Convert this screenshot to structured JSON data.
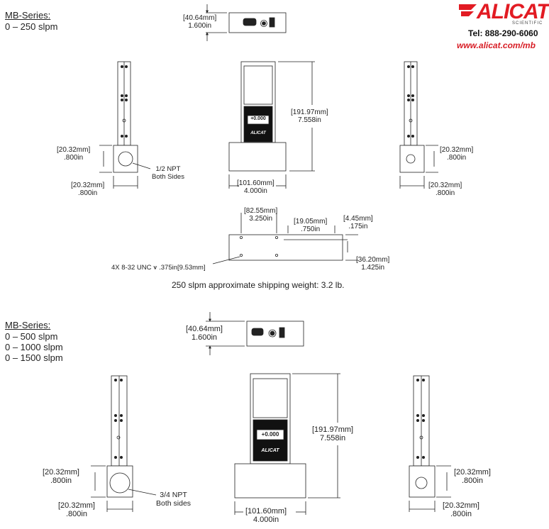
{
  "brand": {
    "name": "ALICAT",
    "sub": "SCIENTIFIC",
    "tel": "Tel: 888-290-6060",
    "web": "www.alicat.com/mb"
  },
  "top": {
    "title": "MB-Series:",
    "ranges": [
      "0 – 250 slpm"
    ],
    "dims": {
      "depth": [
        "[40.64mm]",
        "1.600in"
      ],
      "height": [
        "[191.97mm]",
        "7.558in"
      ],
      "width": [
        "[101.60mm]",
        "4.000in"
      ],
      "port_left_h": [
        "[20.32mm]",
        ".800in"
      ],
      "port_left_w": [
        "[20.32mm]",
        ".800in"
      ],
      "port_right_h": [
        "[20.32mm]",
        ".800in"
      ],
      "port_right_w": [
        "[20.32mm]",
        ".800in"
      ],
      "mount_a": [
        "[82.55mm]",
        "3.250in"
      ],
      "mount_b": [
        "[19.05mm]",
        ".750in"
      ],
      "mount_c": [
        "[4.45mm]",
        ".175in"
      ],
      "mount_d": [
        "[36.20mm]",
        "1.425in"
      ]
    },
    "port_note": [
      "1/2 NPT",
      "Both Sides"
    ],
    "hole_spec": "4X 8-32 UNC  ⩛ .375in[9.53mm]",
    "weight": "250 slpm approximate shipping weight: 3.2 lb."
  },
  "bottom": {
    "title": "MB-Series:",
    "ranges": [
      "0 – 500 slpm",
      "0 – 1000 slpm",
      "0 – 1500 slpm"
    ],
    "dims": {
      "depth": [
        "[40.64mm]",
        "1.600in"
      ],
      "height": [
        "[191.97mm]",
        "7.558in"
      ],
      "width": [
        "[101.60mm]",
        "4.000in"
      ],
      "port_left_h": [
        "[20.32mm]",
        ".800in"
      ],
      "port_left_w": [
        "[20.32mm]",
        ".800in"
      ],
      "port_right_h": [
        "[20.32mm]",
        ".800in"
      ],
      "port_right_w": [
        "[20.32mm]",
        ".800in"
      ]
    },
    "port_note": [
      "3/4 NPT",
      "Both sides"
    ]
  },
  "display": {
    "reading": "+0.000",
    "logo": "ALICAT"
  }
}
